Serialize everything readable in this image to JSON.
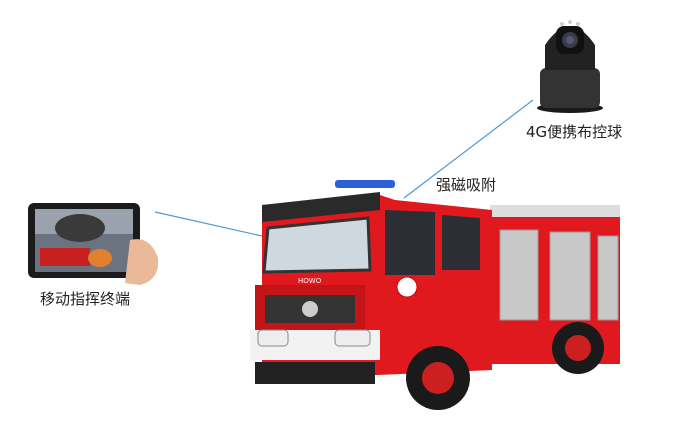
{
  "labels": {
    "camera": "4G便携布控球",
    "magnet": "强磁吸附",
    "terminal": "移动指挥终端"
  },
  "truck": {
    "grille_brand": "HOWO"
  },
  "colors": {
    "connector_line": "#4a9ad6",
    "truck_red": "#e0191f",
    "camera_body": "#2a2a2a"
  }
}
